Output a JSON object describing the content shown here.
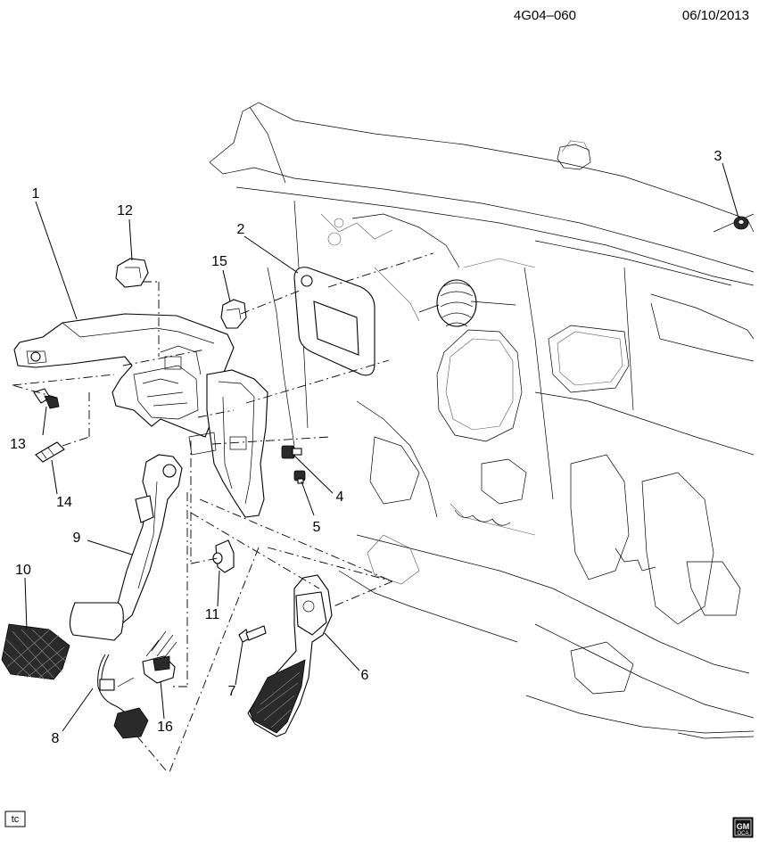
{
  "header": {
    "diagram_code": "4G04–060",
    "date": "06/10/2013"
  },
  "callouts": [
    {
      "number": "1"
    },
    {
      "number": "2"
    },
    {
      "number": "3"
    },
    {
      "number": "4"
    },
    {
      "number": "5"
    },
    {
      "number": "6"
    },
    {
      "number": "7"
    },
    {
      "number": "8"
    },
    {
      "number": "9"
    },
    {
      "number": "10"
    },
    {
      "number": "11"
    },
    {
      "number": "12"
    },
    {
      "number": "13"
    },
    {
      "number": "14"
    },
    {
      "number": "15"
    },
    {
      "number": "16"
    }
  ],
  "footer": {
    "corner_tag": "tc",
    "logo_text": "GM",
    "logo_subtext": "OCA"
  }
}
